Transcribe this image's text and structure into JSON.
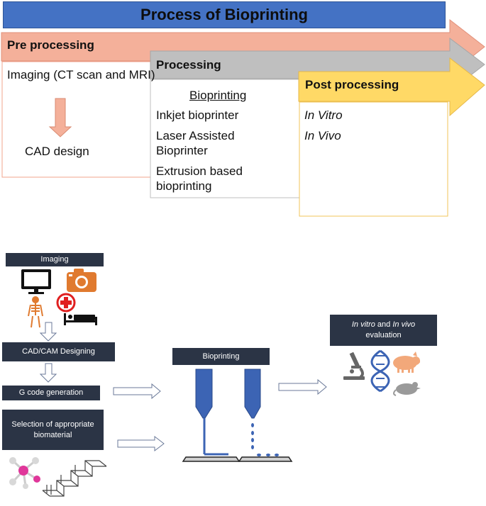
{
  "title": "Process of Bioprinting",
  "stages": {
    "pre": {
      "label": "Pre processing",
      "items": [
        "Imaging (CT scan and MRI)",
        "CAD design"
      ]
    },
    "processing": {
      "label": "Processing",
      "subheading": "Bioprinting",
      "items": [
        "Inkjet bioprinter",
        "Laser Assisted Bioprinter",
        "Extrusion based bioprinting"
      ]
    },
    "post": {
      "label": "Post processing",
      "items": [
        "In Vitro",
        "In Vivo"
      ]
    }
  },
  "workflow": {
    "imaging": "Imaging",
    "cad_cam": "CAD/CAM Designing",
    "gcode": "G code generation",
    "biomaterial": "Selection of appropriate biomaterial",
    "bioprinting": "Bioprinting",
    "evaluation": {
      "part1": "In vitro",
      "and": " and ",
      "part2": "In vivo",
      "part3": "evaluation"
    }
  },
  "colors": {
    "title_bg": "#4472c4",
    "pre": "#f4b09a",
    "processing": "#bfbfbf",
    "post": "#ffd966",
    "dark_label": "#2b3445",
    "nozzle": "#3c64b4"
  },
  "icons": [
    "monitor-icon",
    "camera-icon",
    "skeleton-icon",
    "medical-cross-icon",
    "patient-bed-icon",
    "microscope-icon",
    "dna-icon",
    "pig-icon",
    "mouse-icon",
    "molecule-icon",
    "scaffold-icon"
  ]
}
